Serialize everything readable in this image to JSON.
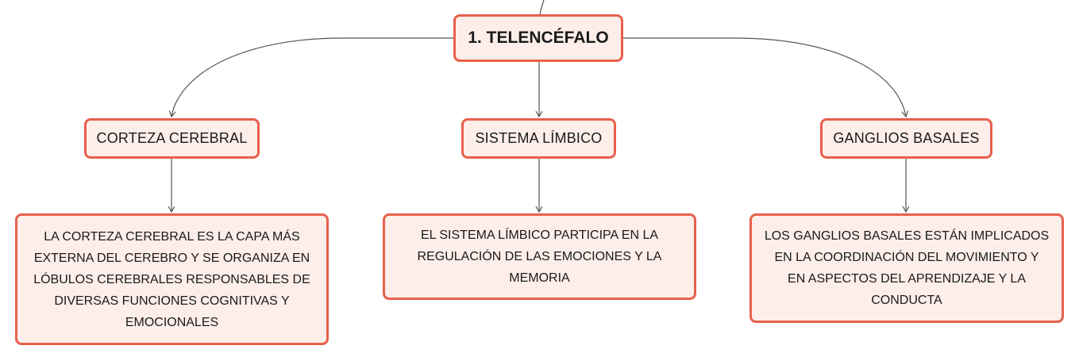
{
  "diagram": {
    "root": {
      "label": "1. TELENCÉFALO"
    },
    "branches": [
      {
        "label": "CORTEZA CEREBRAL"
      },
      {
        "label": "SISTEMA LÍMBICO"
      },
      {
        "label": "GANGLIOS BASALES"
      }
    ],
    "descriptions": [
      {
        "lines": [
          "LA CORTEZA CEREBRAL ES LA CAPA MÁS",
          "EXTERNA DEL CEREBRO Y SE ORGANIZA EN",
          "LÓBULOS CEREBRALES RESPONSABLES DE",
          "DIVERSAS FUNCIONES COGNITIVAS Y",
          "EMOCIONALES"
        ]
      },
      {
        "lines": [
          "EL SISTEMA LÍMBICO PARTICIPA EN LA",
          "REGULACIÓN DE LAS EMOCIONES Y LA",
          "MEMORIA"
        ]
      },
      {
        "lines": [
          "LOS GANGLIOS BASALES ESTÁN IMPLICADOS",
          "EN LA COORDINACIÓN DEL MOVIMIENTO Y",
          "EN ASPECTOS DEL APRENDIZAJE Y LA",
          "CONDUCTA"
        ]
      }
    ],
    "colors": {
      "node_fill": "#fdeeea",
      "node_border": "#e8604c",
      "connector": "#555555"
    }
  }
}
